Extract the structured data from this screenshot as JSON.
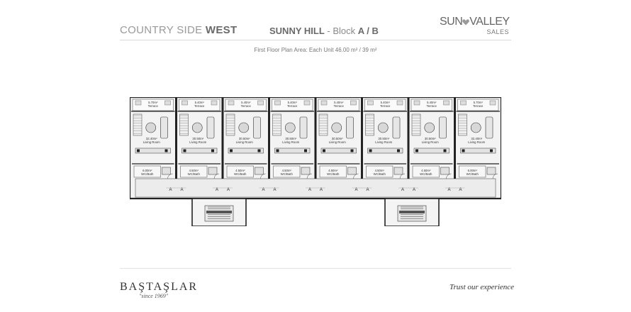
{
  "header": {
    "project_light": "COUNTRY SIDE",
    "project_bold": "WEST",
    "block_bold": "SUNNY HILL",
    "block_light": "- Block",
    "block_code": "A / B",
    "subtitle": "First Floor Plan Area: Each Unit 46.00 m² / 39 m²"
  },
  "logo": {
    "line1_a": "SUN",
    "line1_b": "VALLEY",
    "line2": "SALES"
  },
  "plan": {
    "units": [
      {
        "terrace": "5.70m²",
        "terrace_label": "Terrace",
        "living": "32.40m²",
        "living_label": "Living Room",
        "wc": "6.00m²",
        "wc_label": "WC/Bath"
      },
      {
        "terrace": "5.40m²",
        "terrace_label": "Terrace",
        "living": "30.50m²",
        "living_label": "Living Room",
        "wc": "4.50m²",
        "wc_label": "WC/Bath"
      },
      {
        "terrace": "5.40m²",
        "terrace_label": "Terrace",
        "living": "30.50m²",
        "living_label": "Living Room",
        "wc": "4.50m²",
        "wc_label": "WC/Bath"
      },
      {
        "terrace": "5.40m²",
        "terrace_label": "Terrace",
        "living": "30.50m²",
        "living_label": "Living Room",
        "wc": "4.50m²",
        "wc_label": "WC/Bath"
      },
      {
        "terrace": "5.40m²",
        "terrace_label": "Terrace",
        "living": "30.50m²",
        "living_label": "Living Room",
        "wc": "4.50m²",
        "wc_label": "WC/Bath"
      },
      {
        "terrace": "5.40m²",
        "terrace_label": "Terrace",
        "living": "30.50m²",
        "living_label": "Living Room",
        "wc": "4.50m²",
        "wc_label": "WC/Bath"
      },
      {
        "terrace": "5.40m²",
        "terrace_label": "Terrace",
        "living": "30.50m²",
        "living_label": "Living Room",
        "wc": "4.50m²",
        "wc_label": "WC/Bath"
      },
      {
        "terrace": "5.70m²",
        "terrace_label": "Terrace",
        "living": "32.40m²",
        "living_label": "Living Room",
        "wc": "6.00m²",
        "wc_label": "WC/Bath"
      }
    ],
    "axis_marker": "A"
  },
  "footer": {
    "brand": "BAŞTAŞLAR",
    "since": "since 1969",
    "tagline": "Trust our experience"
  }
}
